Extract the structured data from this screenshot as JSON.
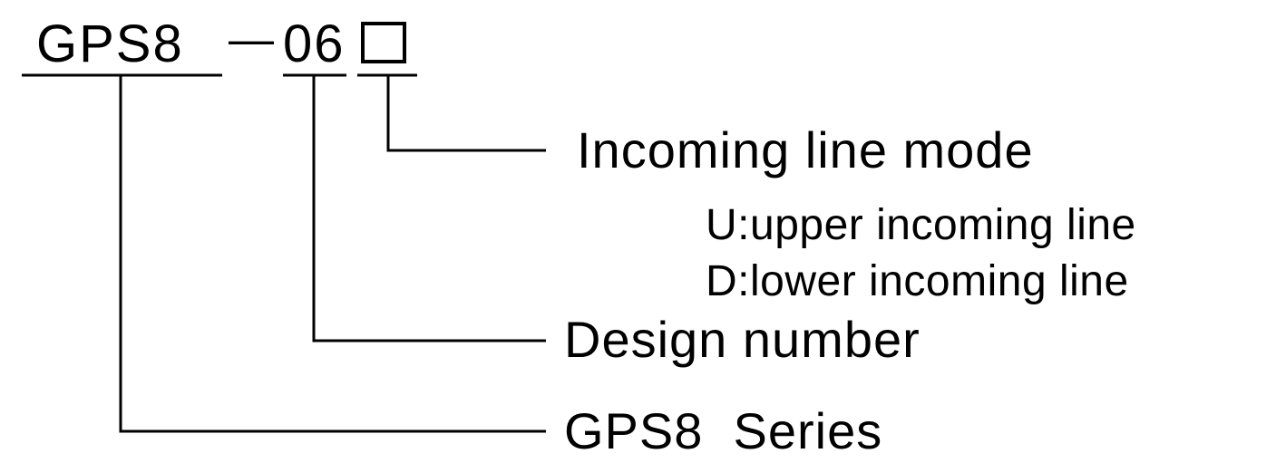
{
  "code": {
    "series": "GPS8",
    "dash": "—",
    "design_number": "06"
  },
  "labels": {
    "incoming_line_mode": "Incoming line mode",
    "option_upper": "U:upper incoming line",
    "option_lower": "D:lower incoming line",
    "design_number": "Design number",
    "series": "GPS8  Series"
  }
}
